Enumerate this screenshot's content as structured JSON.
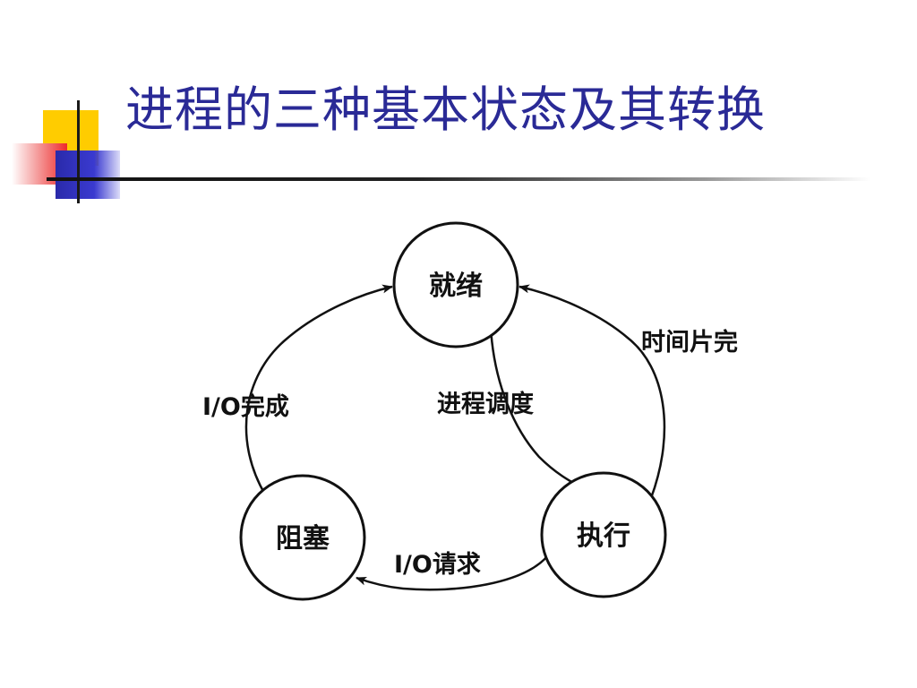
{
  "slide": {
    "title": "进程的三种基本状态及其转换"
  },
  "diagram": {
    "nodes": {
      "ready": "就绪",
      "running": "执行",
      "blocked": "阻塞"
    },
    "edges": {
      "io_complete": "I/O完成",
      "scheduling": "进程调度",
      "time_slice_done": "时间片完",
      "io_request": "I/O请求"
    }
  }
}
